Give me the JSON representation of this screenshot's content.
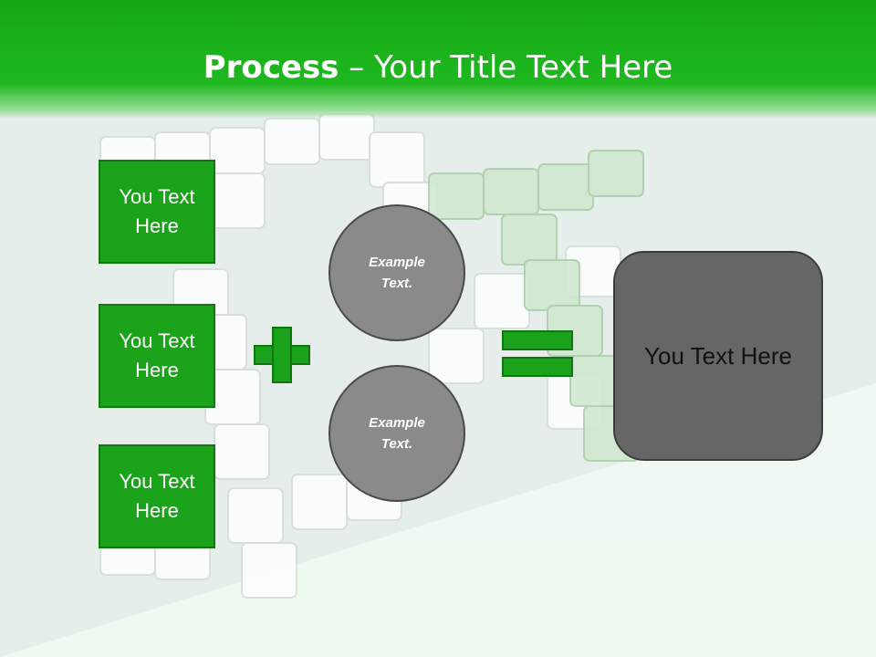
{
  "slide": {
    "title_bold": "Process",
    "title_rest": " – Your Title Text Here",
    "boxes": [
      "You Text Here",
      "You Text Here",
      "You Text Here"
    ],
    "circles": [
      "Example Text.",
      "Example Text."
    ],
    "result": "You Text Here"
  },
  "colors": {
    "header": "#1ab51a",
    "box": "#1aa31a",
    "circle": "#8a8a8a",
    "result": "#666666"
  },
  "icons": [
    "plus-icon",
    "equals-icon"
  ]
}
